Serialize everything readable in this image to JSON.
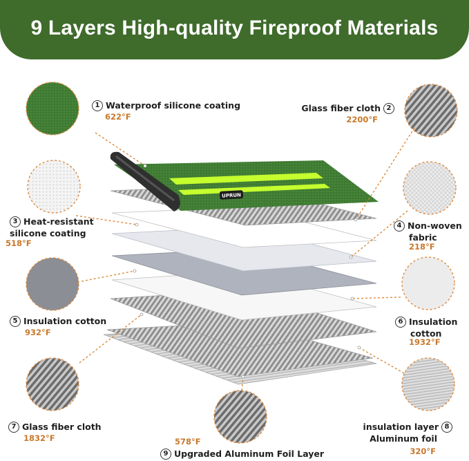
{
  "title": "9 Layers High-quality Fireproof Materials",
  "brand_mark": "UPRUN",
  "colors": {
    "banner": "#3f6b2b",
    "accent": "#c8782c",
    "neon": "#c6ff2e"
  },
  "layers": [
    {
      "num": "1",
      "name": "Waterproof silicone coating",
      "temp": "622°F"
    },
    {
      "num": "2",
      "name": "Glass fiber cloth",
      "temp": "2200°F"
    },
    {
      "num": "3",
      "name_line1": "Heat-resistant",
      "name_line2": "silicone coating",
      "temp": "518°F"
    },
    {
      "num": "4",
      "name_line1": "Non-woven",
      "name_line2": "fabric",
      "temp": "218°F"
    },
    {
      "num": "5",
      "name": "Insulation cotton",
      "temp": "932°F"
    },
    {
      "num": "6",
      "name_line1": "Insulation",
      "name_line2": "cotton",
      "temp": "1932°F"
    },
    {
      "num": "7",
      "name": "Glass fiber cloth",
      "temp": "1832°F"
    },
    {
      "num": "8",
      "name_line1": "insulation layer",
      "name_line2": "Aluminum foil",
      "temp": "320°F"
    },
    {
      "num": "9",
      "name": "Upgraded Aluminum Foil Layer",
      "temp": "578°F"
    }
  ]
}
